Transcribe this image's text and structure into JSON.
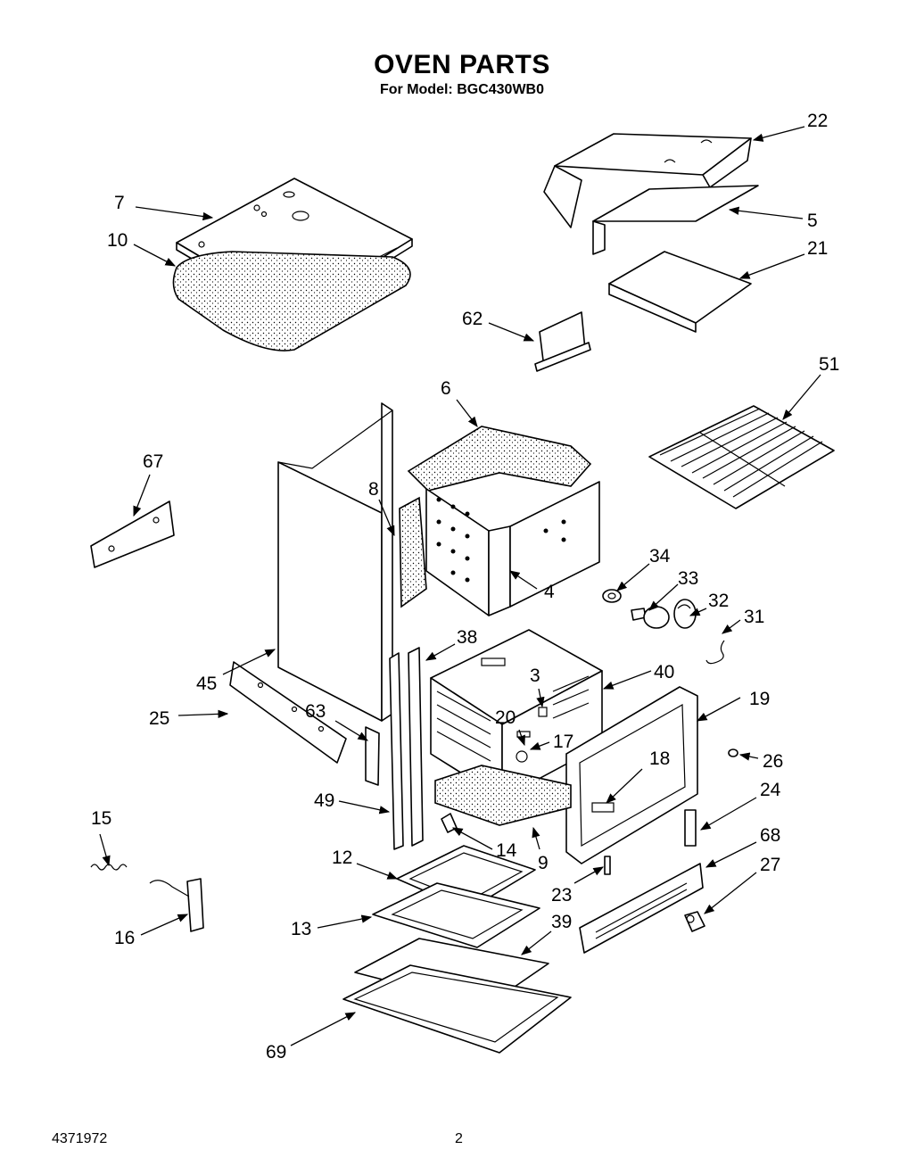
{
  "header": {
    "title": "OVEN PARTS",
    "subtitle": "For Model: BGC430WB0"
  },
  "footer": {
    "doc_number": "4371972",
    "page_number": "2"
  },
  "parts": [
    {
      "id": "p22",
      "label": "22"
    },
    {
      "id": "p7",
      "label": "7"
    },
    {
      "id": "p5",
      "label": "5"
    },
    {
      "id": "p10",
      "label": "10"
    },
    {
      "id": "p21",
      "label": "21"
    },
    {
      "id": "p62",
      "label": "62"
    },
    {
      "id": "p51",
      "label": "51"
    },
    {
      "id": "p6",
      "label": "6"
    },
    {
      "id": "p67",
      "label": "67"
    },
    {
      "id": "p8",
      "label": "8"
    },
    {
      "id": "p34",
      "label": "34"
    },
    {
      "id": "p4",
      "label": "4"
    },
    {
      "id": "p33",
      "label": "33"
    },
    {
      "id": "p32",
      "label": "32"
    },
    {
      "id": "p31",
      "label": "31"
    },
    {
      "id": "p38",
      "label": "38"
    },
    {
      "id": "p3",
      "label": "3"
    },
    {
      "id": "p40",
      "label": "40"
    },
    {
      "id": "p45",
      "label": "45"
    },
    {
      "id": "p20",
      "label": "20"
    },
    {
      "id": "p19",
      "label": "19"
    },
    {
      "id": "p25",
      "label": "25"
    },
    {
      "id": "p63",
      "label": "63"
    },
    {
      "id": "p17",
      "label": "17"
    },
    {
      "id": "p18",
      "label": "18"
    },
    {
      "id": "p26",
      "label": "26"
    },
    {
      "id": "p49",
      "label": "49"
    },
    {
      "id": "p24",
      "label": "24"
    },
    {
      "id": "p15",
      "label": "15"
    },
    {
      "id": "p14",
      "label": "14"
    },
    {
      "id": "p9",
      "label": "9"
    },
    {
      "id": "p12",
      "label": "12"
    },
    {
      "id": "p68",
      "label": "68"
    },
    {
      "id": "p27",
      "label": "27"
    },
    {
      "id": "p23",
      "label": "23"
    },
    {
      "id": "p13",
      "label": "13"
    },
    {
      "id": "p39",
      "label": "39"
    },
    {
      "id": "p16",
      "label": "16"
    },
    {
      "id": "p69",
      "label": "69"
    }
  ]
}
